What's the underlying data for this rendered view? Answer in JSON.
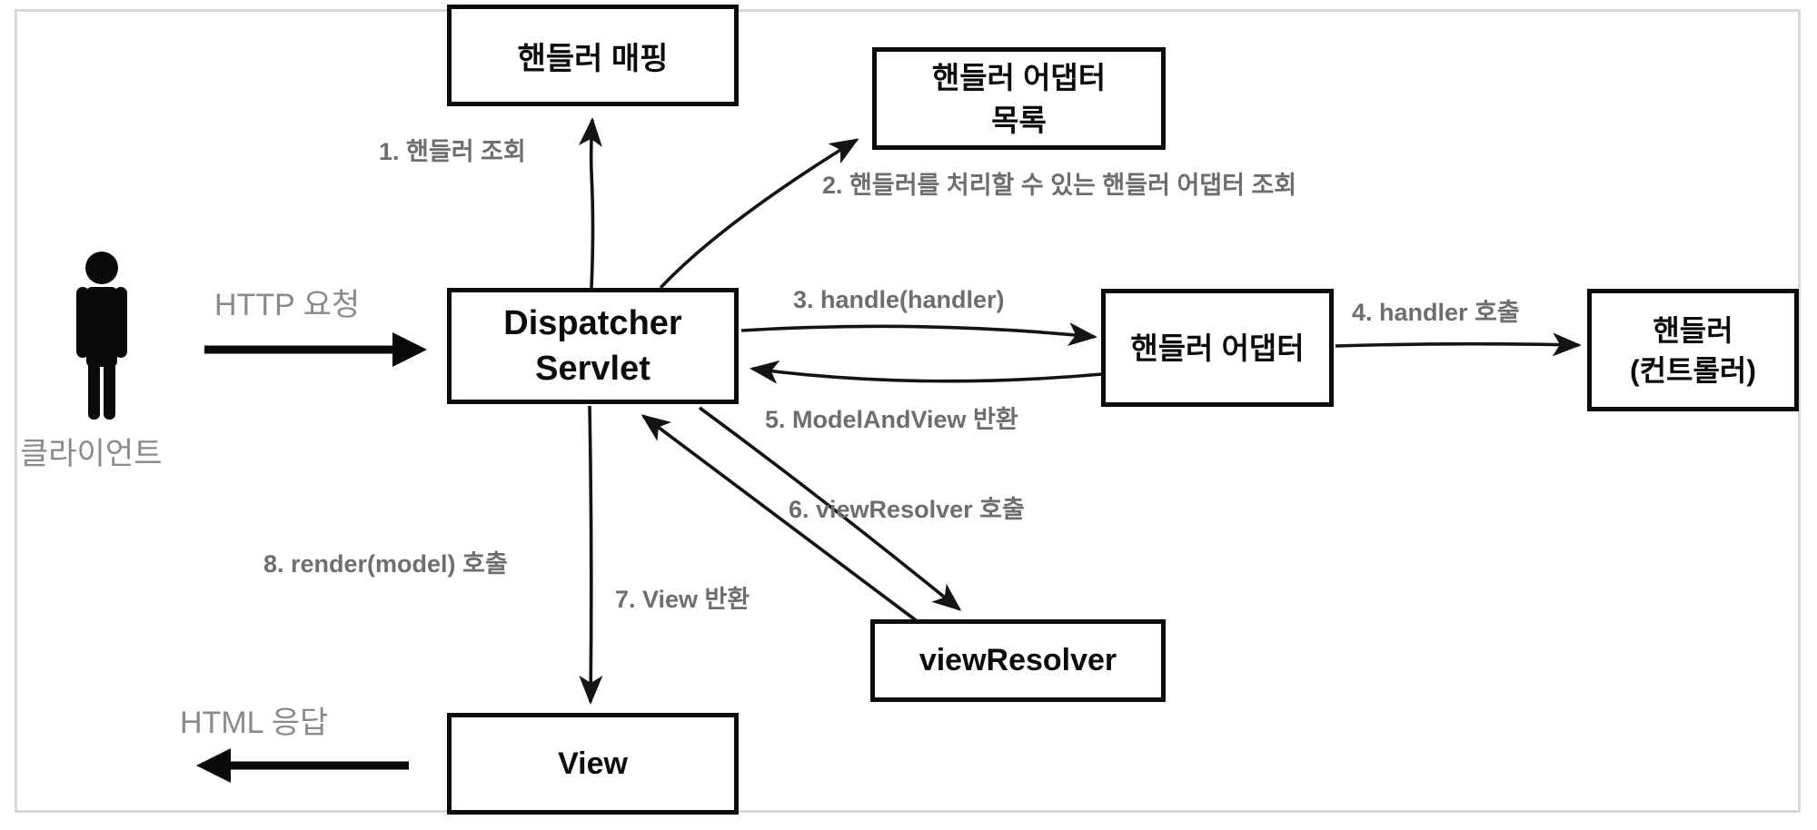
{
  "actor": {
    "label": "클라이언트"
  },
  "flows": {
    "http_request": "HTTP 요청",
    "html_response": "HTML 응답"
  },
  "boxes": {
    "handler_mapping": "핸들러 매핑",
    "handler_adapter_list_line1": "핸들러 어댑터",
    "handler_adapter_list_line2": "목록",
    "dispatcher_line1": "Dispatcher",
    "dispatcher_line2": "Servlet",
    "handler_adapter": "핸들러 어댑터",
    "handler_controller_line1": "핸들러",
    "handler_controller_line2": "(컨트롤러)",
    "view_resolver": "viewResolver",
    "view": "View"
  },
  "steps": {
    "step1": "1. 핸들러 조회",
    "step2": "2. 핸들러를 처리할 수 있는 핸들러 어댑터 조회",
    "step3": "3. handle(handler)",
    "step4": "4. handler 호출",
    "step5": "5. ModelAndView 반환",
    "step6": "6. viewResolver 호출",
    "step7": "7. View 반환",
    "step8": "8. render(model) 호출"
  },
  "colors": {
    "box_border": "#0c0c0c",
    "step_label_gray": "#6e6e6e",
    "big_label_gray": "#8a8a8a",
    "frame_gray": "#d9d9d9",
    "arrow_black": "#141414"
  }
}
